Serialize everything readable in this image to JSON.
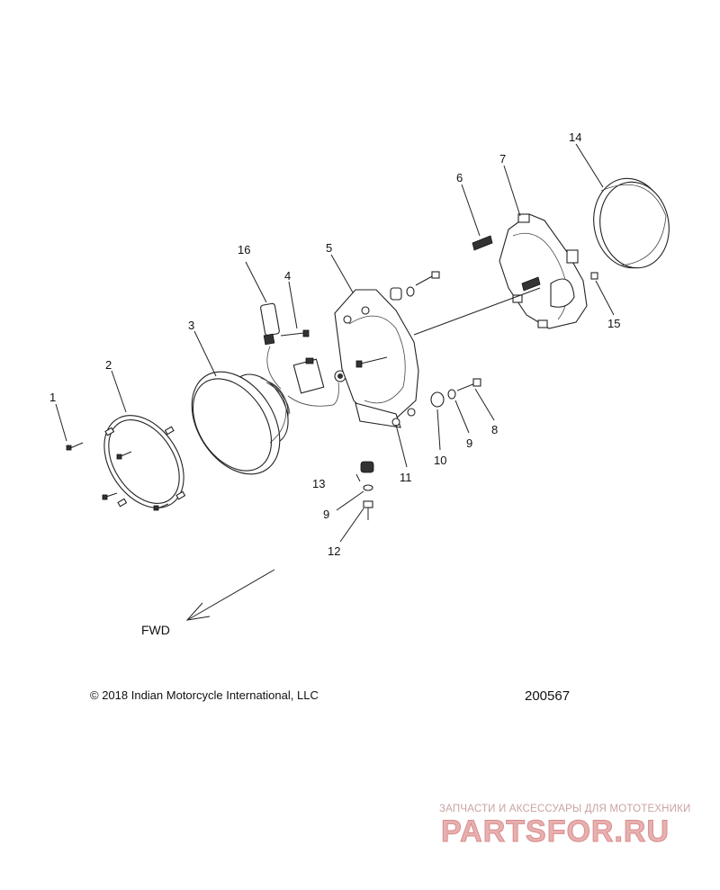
{
  "callouts": {
    "c1": "1",
    "c2": "2",
    "c3": "3",
    "c4": "4",
    "c5": "5",
    "c6": "6",
    "c7": "7",
    "c8": "8",
    "c9a": "9",
    "c9b": "9",
    "c10": "10",
    "c11": "11",
    "c12": "12",
    "c13": "13",
    "c14": "14",
    "c15": "15",
    "c16": "16"
  },
  "direction_label": "FWD",
  "copyright": "© 2018 Indian Motorcycle International, LLC",
  "drawing_number": "200567",
  "watermark": {
    "tagline": "ЗАПЧАСТИ И АКСЕССУАРЫ ДЛЯ МОТОТЕХНИКИ",
    "logo": "PARTSFOR.RU",
    "color": "#d98c8c"
  }
}
